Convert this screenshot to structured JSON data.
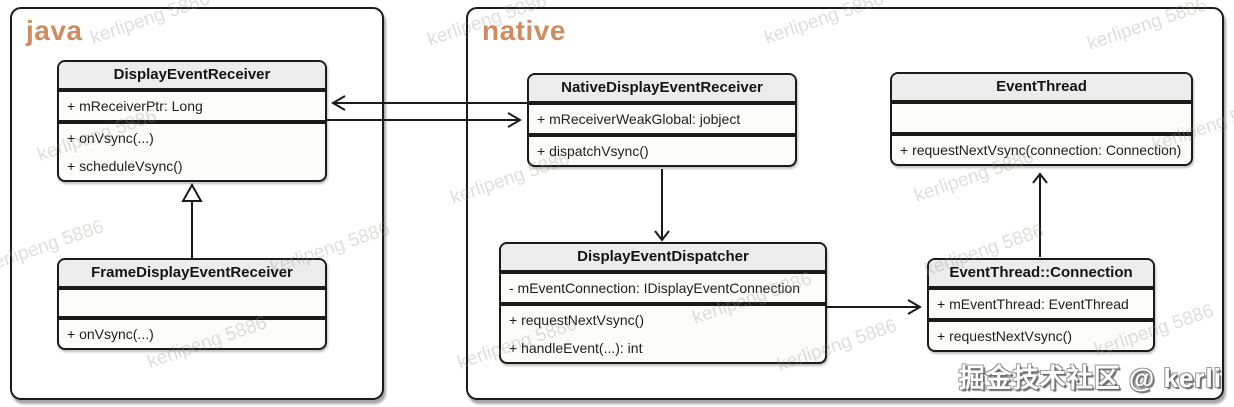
{
  "colors": {
    "accent": "#d08b5e",
    "line": "#1b1b1b",
    "header-fill": "#ececec",
    "body-fill": "#fcfcfb",
    "divider-gap": "#e6e6e4"
  },
  "containers": {
    "java": {
      "label": "java"
    },
    "native": {
      "label": "native"
    }
  },
  "classes": {
    "display_event_receiver": {
      "name": "DisplayEventReceiver",
      "attributes": [
        "+ mReceiverPtr: Long"
      ],
      "methods": [
        "+ onVsync(...)",
        "+ scheduleVsync()"
      ]
    },
    "frame_display_event_receiver": {
      "name": "FrameDisplayEventReceiver",
      "attributes": [],
      "methods": [
        "+ onVsync(...)"
      ]
    },
    "native_display_event_receiver": {
      "name": "NativeDisplayEventReceiver",
      "attributes": [
        "+ mReceiverWeakGlobal: jobject"
      ],
      "methods": [
        "+ dispatchVsync()"
      ]
    },
    "event_thread": {
      "name": "EventThread",
      "attributes": [],
      "methods": [
        "+ requestNextVsync(connection: Connection)"
      ]
    },
    "display_event_dispatcher": {
      "name": "DisplayEventDispatcher",
      "attributes": [
        "- mEventConnection: IDisplayEventConnection"
      ],
      "methods": [
        "+ requestNextVsync()",
        "+ handleEvent(...): int"
      ]
    },
    "event_thread_connection": {
      "name": "EventThread::Connection",
      "attributes": [
        "+ mEventThread: EventThread"
      ],
      "methods": [
        "+ requestNextVsync()"
      ]
    }
  },
  "watermark": {
    "tile": "kerlipeng 5886",
    "badge": "掘金技术社区 @ kerli"
  }
}
